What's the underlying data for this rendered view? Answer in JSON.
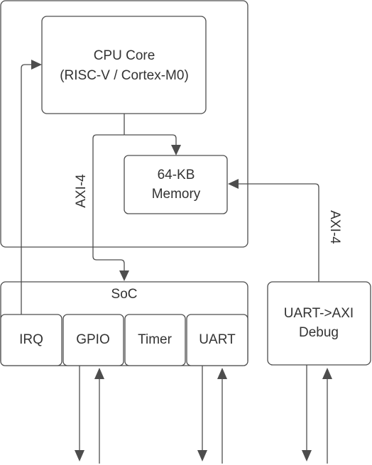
{
  "blocks": {
    "cpu_line1": "CPU Core",
    "cpu_line2": "(RISC-V / Cortex-M0)",
    "memory_line1": "64-KB",
    "memory_line2": "Memory",
    "soc": "SoC",
    "irq": "IRQ",
    "gpio": "GPIO",
    "timer": "Timer",
    "uart": "UART",
    "debug_line1": "UART->AXI",
    "debug_line2": "Debug"
  },
  "buses": {
    "internal": "AXI-4",
    "debug": "AXI-4"
  },
  "colors": {
    "stroke": "#4d4d4d",
    "text": "#333333",
    "background": "#ffffff"
  }
}
